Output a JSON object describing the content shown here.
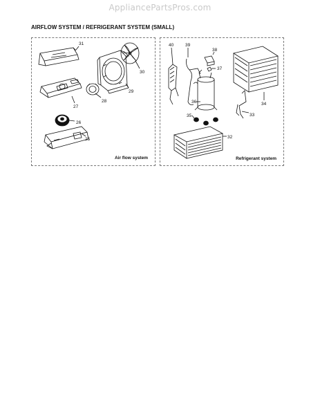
{
  "watermark": "AppliancePartsPros.com",
  "title": "AIRFLOW SYSTEM / REFRIGERANT SYSTEM (SMALL)",
  "panels": {
    "airflow": {
      "caption": "Air flow system",
      "parts": [
        "31",
        "30",
        "29",
        "28",
        "27",
        "26",
        "25"
      ]
    },
    "refrigerant": {
      "caption": "Refrigerant system",
      "parts": [
        "40",
        "39",
        "38",
        "37",
        "36",
        "35",
        "34",
        "33",
        "32"
      ]
    }
  },
  "colors": {
    "line": "#111111",
    "border": "#777777",
    "watermark": "#c9c9c9"
  }
}
